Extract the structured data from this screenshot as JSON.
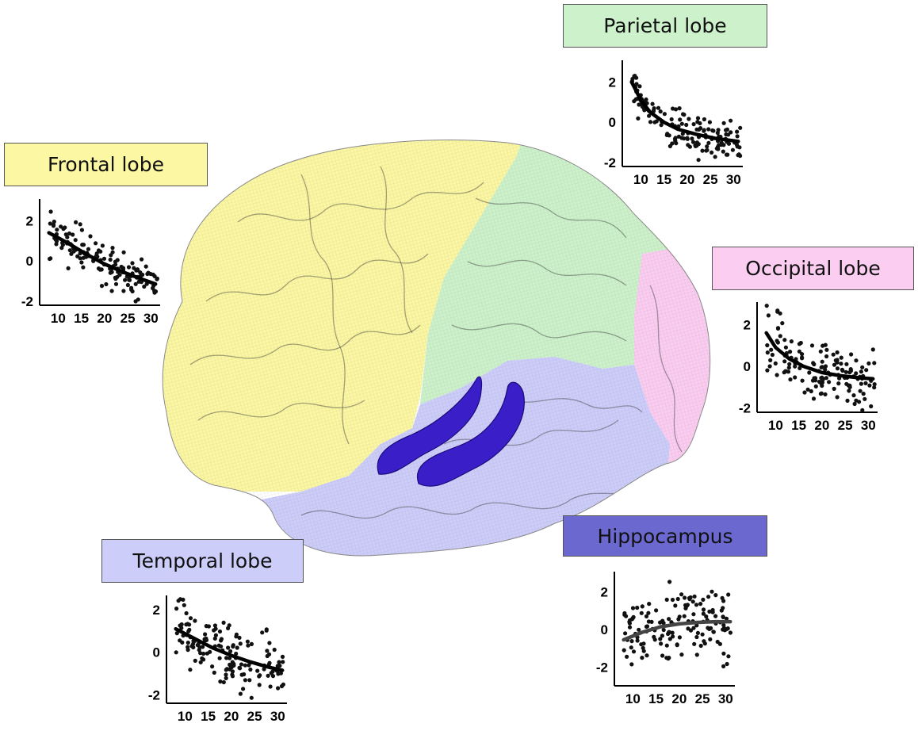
{
  "colors": {
    "frontal": "#fbf7a3",
    "parietal": "#cdf2cb",
    "occipital": "#fbcdf1",
    "temporal": "#cdcdfa",
    "hippocampus": "#6b69cf",
    "hippocampus_structure": "#3a1fc8"
  },
  "panels": [
    {
      "id": "frontal",
      "label": "Frontal lobe"
    },
    {
      "id": "parietal",
      "label": "Parietal lobe"
    },
    {
      "id": "occipital",
      "label": "Occipital lobe"
    },
    {
      "id": "temporal",
      "label": "Temporal lobe"
    },
    {
      "id": "hippocampus",
      "label": "Hippocampus"
    }
  ],
  "chart_data": [
    {
      "type": "scatter",
      "region": "frontal",
      "x_ticks": [
        10,
        15,
        20,
        25,
        30
      ],
      "y_ticks": [
        2,
        0,
        -2
      ],
      "xlim": [
        6,
        32
      ],
      "ylim": [
        -2.2,
        3
      ],
      "trend": {
        "x": [
          8,
          12,
          16,
          20,
          24,
          28,
          31
        ],
        "y": [
          1.4,
          0.9,
          0.35,
          -0.15,
          -0.55,
          -0.9,
          -1.15
        ]
      },
      "point_count": 150,
      "spread": 0.55
    },
    {
      "type": "scatter",
      "region": "parietal",
      "x_ticks": [
        10,
        15,
        20,
        25,
        30
      ],
      "y_ticks": [
        2,
        0,
        -2
      ],
      "xlim": [
        6,
        32
      ],
      "ylim": [
        -2.2,
        3
      ],
      "trend": {
        "x": [
          8,
          10,
          12,
          15,
          18,
          22,
          26,
          31
        ],
        "y": [
          2.0,
          1.1,
          0.5,
          0.0,
          -0.35,
          -0.6,
          -0.8,
          -0.95
        ]
      },
      "point_count": 150,
      "spread": 0.45
    },
    {
      "type": "scatter",
      "region": "occipital",
      "x_ticks": [
        10,
        15,
        20,
        25,
        30
      ],
      "y_ticks": [
        2,
        0,
        -2
      ],
      "xlim": [
        6,
        32
      ],
      "ylim": [
        -2.2,
        3
      ],
      "trend": {
        "x": [
          8,
          10,
          13,
          16,
          20,
          24,
          28,
          31
        ],
        "y": [
          1.6,
          0.9,
          0.35,
          0.0,
          -0.3,
          -0.45,
          -0.55,
          -0.6
        ]
      },
      "point_count": 150,
      "spread": 0.75
    },
    {
      "type": "scatter",
      "region": "temporal",
      "x_ticks": [
        10,
        15,
        20,
        25,
        30
      ],
      "y_ticks": [
        2,
        0,
        -2
      ],
      "xlim": [
        6,
        32
      ],
      "ylim": [
        -2.4,
        2.6
      ],
      "trend": {
        "x": [
          8,
          12,
          16,
          20,
          24,
          28,
          31
        ],
        "y": [
          1.1,
          0.65,
          0.2,
          -0.15,
          -0.45,
          -0.7,
          -0.85
        ]
      },
      "point_count": 150,
      "spread": 0.75
    },
    {
      "type": "scatter",
      "region": "hippocampus",
      "x_ticks": [
        10,
        15,
        20,
        25,
        30
      ],
      "y_ticks": [
        2,
        0,
        -2
      ],
      "xlim": [
        6,
        32
      ],
      "ylim": [
        -3,
        3
      ],
      "trend": {
        "x": [
          8,
          12,
          16,
          20,
          24,
          28,
          31
        ],
        "y": [
          -0.55,
          -0.15,
          0.15,
          0.3,
          0.38,
          0.42,
          0.42
        ]
      },
      "point_count": 150,
      "spread": 1.0
    }
  ]
}
